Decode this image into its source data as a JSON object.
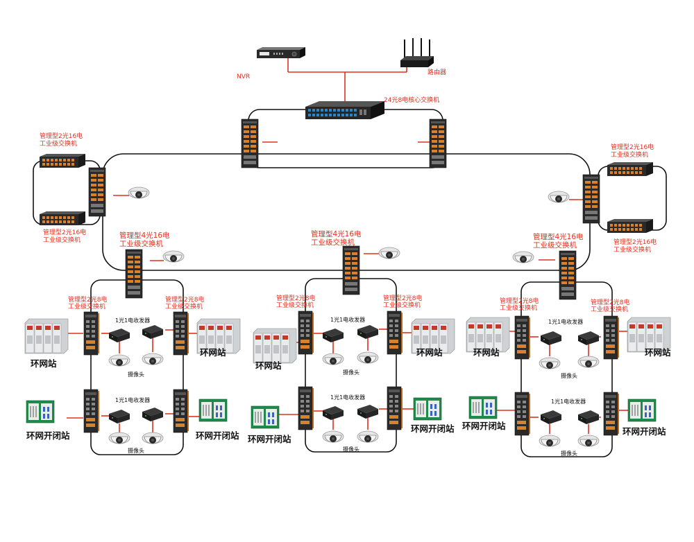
{
  "diagram": {
    "nvr_label": "NVR",
    "router_label": "路由器",
    "core_switch_label": "24光8电核心交换机",
    "managed_2x16_line1": "管理型2光16电",
    "managed_2x16_line2": "工业级交换机",
    "managed_4x16_line1": "管理型4光16电",
    "managed_4x16_line2": "工业级交换机",
    "managed_2x8_line1": "管理型2光8电",
    "managed_2x8_line2": "工业级交换机",
    "converter_label": "1光1电收发器",
    "camera_label": "摄像头",
    "ring_station_label": "环网站",
    "ring_switch_station_label": "环网开闭站"
  },
  "colors": {
    "link_red": "#e0301e",
    "ring_black": "#111111",
    "switch_body": "#2a2a2a",
    "port_orange": "#d9822b",
    "cabinet_green": "#1f8a4c"
  },
  "icons": {
    "nvr": "nvr-icon",
    "router": "router-icon",
    "core_switch": "core-switch-icon",
    "rack_switch": "rack-switch-icon",
    "din_switch": "din-rail-switch-icon",
    "media_converter": "media-converter-icon",
    "dome_camera": "dome-camera-icon",
    "switchgear": "switchgear-cabinet-icon",
    "ring_main_unit": "ring-main-unit-icon"
  }
}
